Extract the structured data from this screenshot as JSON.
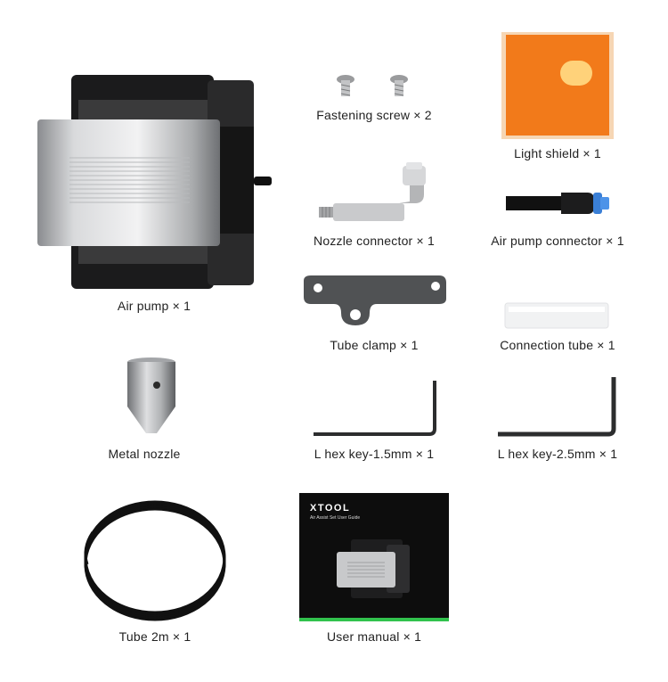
{
  "colors": {
    "shield_orange": "#f27a1a",
    "shield_spot": "#ffd27a",
    "connector_blue": "#3a7fd6",
    "manual_green": "#31c24d",
    "manual_bg": "#0d0d0d"
  },
  "items": {
    "air_pump": "Air pump × 1",
    "fastening_screw": "Fastening screw × 2",
    "light_shield": "Light shield × 1",
    "nozzle_connector": "Nozzle connector × 1",
    "air_pump_connector": "Air pump connector × 1",
    "tube_clamp": "Tube clamp × 1",
    "connection_tube": "Connection tube × 1",
    "metal_nozzle": "Metal nozzle",
    "hex_key_small": "L hex key-1.5mm × 1",
    "hex_key_large": "L hex key-2.5mm × 1",
    "tube": "Tube 2m × 1",
    "user_manual": "User manual × 1"
  },
  "manual": {
    "brand": "XTOOL",
    "subtitle": "Air Assist Set User Guide"
  }
}
